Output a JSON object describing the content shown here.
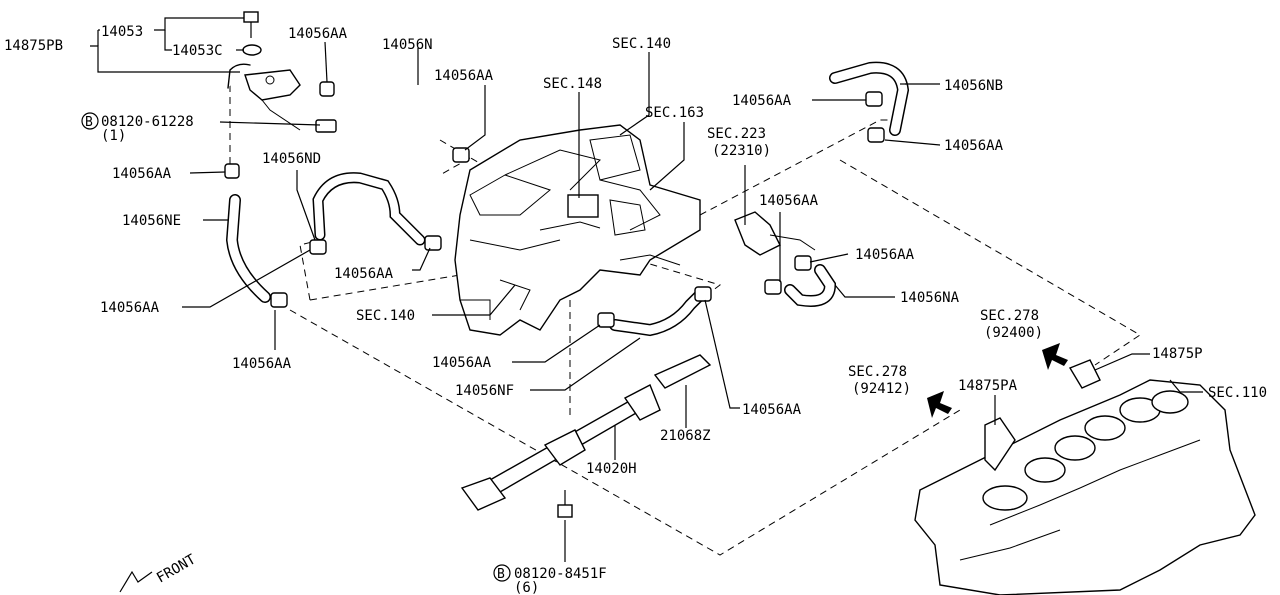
{
  "labels": {
    "p14875PB": "14875PB",
    "p14053": "14053",
    "p14053C": "14053C",
    "p14056AA_1": "14056AA",
    "p14056N": "14056N",
    "p14056AA_2": "14056AA",
    "sec140_top": "SEC.140",
    "sec148": "SEC.148",
    "sec163": "SEC.163",
    "sec223": "SEC.223",
    "sec223_sub": "(22310)",
    "p14056AA_3": "14056AA",
    "p14056NB": "14056NB",
    "p14056AA_4": "14056AA",
    "bolt1_code": "08120-61228",
    "bolt1_qty": "(1)",
    "p14056AA_5": "14056AA",
    "p14056ND": "14056ND",
    "p14056NE": "14056NE",
    "p14056AA_6": "14056AA",
    "p14056AA_7": "14056AA",
    "p14056AA_8": "14056AA",
    "p14056NA": "14056NA",
    "p14056AA_9": "14056AA",
    "sec140_mid": "SEC.140",
    "p14056AA_10": "14056AA",
    "sec278_a": "SEC.278",
    "sec278_a_sub": "(92400)",
    "p14875P": "14875P",
    "p14056AA_11": "14056AA",
    "p14056NF": "14056NF",
    "sec278_b": "SEC.278",
    "sec278_b_sub": "(92412)",
    "p14875PA": "14875PA",
    "sec110": "SEC.110",
    "p14056AA_12": "14056AA",
    "p21068Z": "21068Z",
    "p14020H": "14020H",
    "bolt2_code": "08120-8451F",
    "bolt2_qty": "(6)",
    "front": "FRONT",
    "b_mark": "B"
  }
}
